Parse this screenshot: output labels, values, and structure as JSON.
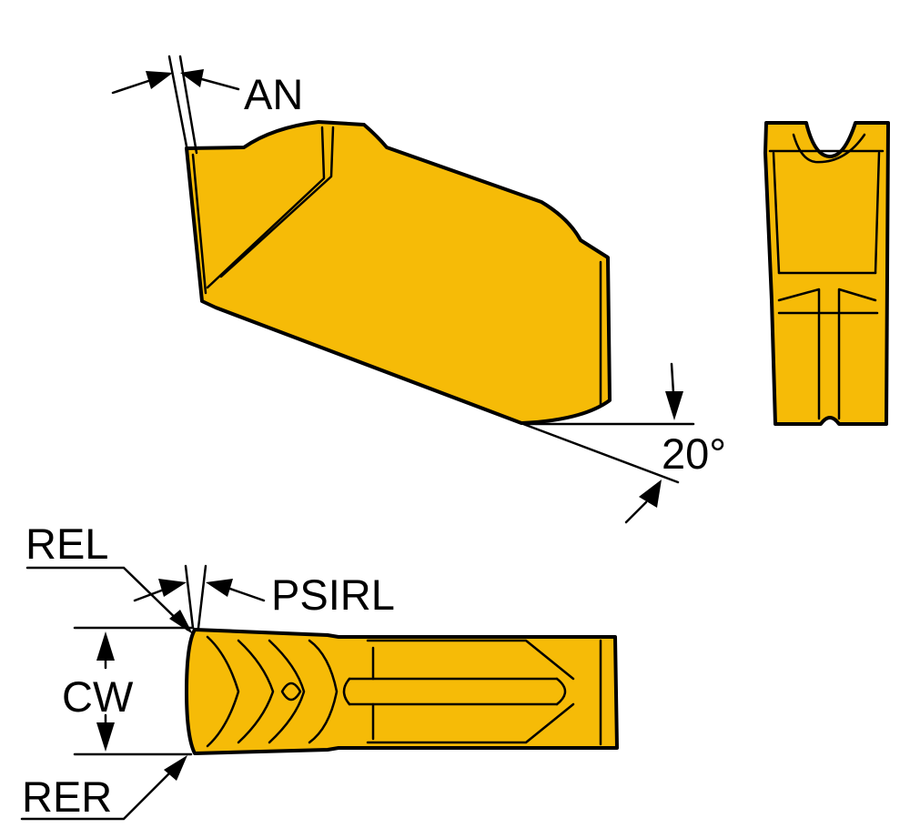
{
  "colors": {
    "insert_fill": "#f6bb07",
    "outline": "#000000",
    "background": "#ffffff"
  },
  "labels": {
    "an": "AN",
    "angle_20": "20°",
    "rel": "REL",
    "psirl": "PSIRL",
    "cw": "CW",
    "rer": "RER"
  }
}
